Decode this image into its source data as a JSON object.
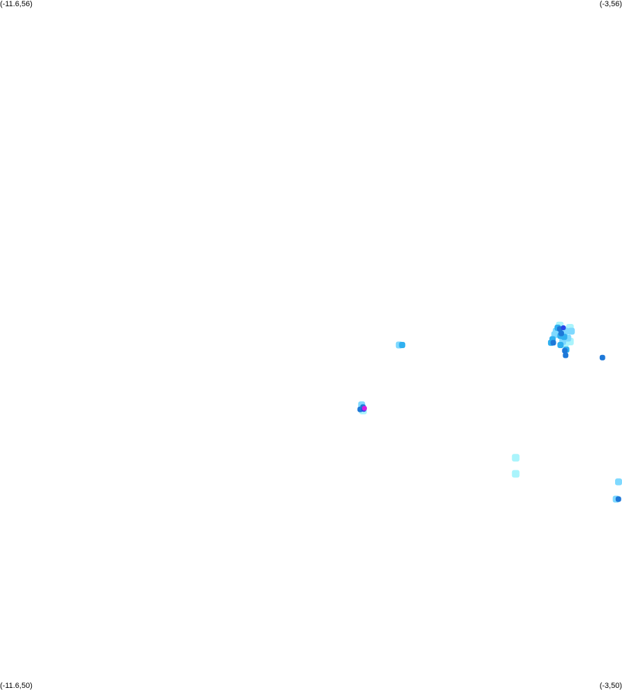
{
  "corners": {
    "top_left": "(-11.6,56)",
    "top_right": "(-3,56)",
    "bottom_left": "(-11.6,50)",
    "bottom_right": "(-3,50)"
  },
  "bounds": {
    "lon_min": -11.6,
    "lon_max": -3,
    "lat_min": 50,
    "lat_max": 56
  },
  "colors": {
    "level_1": "#aaf4fc",
    "level_2": "#7fd9ff",
    "level_3": "#30b0f0",
    "level_4": "#1e78d8",
    "level_5": "#2848e8",
    "level_6": "#d020e0"
  },
  "echoes": [
    {
      "lon": -3.86,
      "lat": 53.17,
      "level": 1
    },
    {
      "lon": -3.81,
      "lat": 53.13,
      "level": 1
    },
    {
      "lon": -3.91,
      "lat": 53.12,
      "level": 2
    },
    {
      "lon": -3.78,
      "lat": 53.12,
      "level": 2
    },
    {
      "lon": -3.72,
      "lat": 53.15,
      "level": 1
    },
    {
      "lon": -3.7,
      "lat": 53.12,
      "level": 2
    },
    {
      "lon": -3.93,
      "lat": 53.09,
      "level": 2
    },
    {
      "lon": -3.85,
      "lat": 53.08,
      "level": 3
    },
    {
      "lon": -3.8,
      "lat": 53.07,
      "level": 3
    },
    {
      "lon": -3.75,
      "lat": 53.06,
      "level": 2
    },
    {
      "lon": -3.89,
      "lat": 53.15,
      "level": 3
    },
    {
      "lon": -3.86,
      "lat": 53.14,
      "level": 4
    },
    {
      "lon": -3.81,
      "lat": 53.15,
      "level": 5
    },
    {
      "lon": -3.84,
      "lat": 53.1,
      "level": 4
    },
    {
      "lon": -3.96,
      "lat": 53.05,
      "level": 3
    },
    {
      "lon": -3.95,
      "lat": 53.02,
      "level": 4
    },
    {
      "lon": -3.98,
      "lat": 53.02,
      "level": 3
    },
    {
      "lon": -3.82,
      "lat": 53.03,
      "level": 2
    },
    {
      "lon": -3.79,
      "lat": 53.01,
      "level": 1
    },
    {
      "lon": -3.77,
      "lat": 53.04,
      "level": 1
    },
    {
      "lon": -3.72,
      "lat": 53.03,
      "level": 1
    },
    {
      "lon": -3.85,
      "lat": 53.0,
      "level": 3
    },
    {
      "lon": -3.79,
      "lat": 52.95,
      "level": 4
    },
    {
      "lon": -3.77,
      "lat": 52.96,
      "level": 3
    },
    {
      "lon": -3.78,
      "lat": 52.91,
      "level": 4
    },
    {
      "lon": -3.27,
      "lat": 52.89,
      "level": 4
    },
    {
      "lon": -6.04,
      "lat": 53.0,
      "level": 3
    },
    {
      "lon": -6.08,
      "lat": 53.0,
      "level": 2
    },
    {
      "lon": -6.6,
      "lat": 52.48,
      "level": 2
    },
    {
      "lon": -6.58,
      "lat": 52.43,
      "level": 1
    },
    {
      "lon": -6.58,
      "lat": 52.46,
      "level": 4
    },
    {
      "lon": -6.57,
      "lat": 52.44,
      "level": 5
    },
    {
      "lon": -6.56,
      "lat": 52.45,
      "level": 6
    },
    {
      "lon": -6.62,
      "lat": 52.44,
      "level": 4
    },
    {
      "lon": -4.47,
      "lat": 52.02,
      "level": 1
    },
    {
      "lon": -4.47,
      "lat": 51.88,
      "level": 1
    },
    {
      "lon": -3.02,
      "lat": 51.81,
      "level": 2
    },
    {
      "lon": -3.05,
      "lat": 51.66,
      "level": 4
    },
    {
      "lon": -3.08,
      "lat": 51.66,
      "level": 2
    }
  ]
}
